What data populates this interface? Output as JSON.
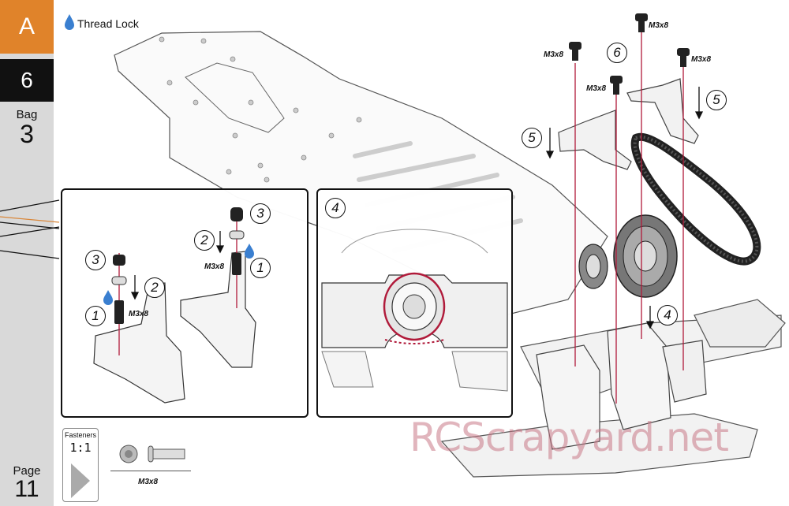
{
  "sidebar": {
    "section": "A",
    "step": "6",
    "bag_label": "Bag",
    "bag_number": "3",
    "page_label": "Page",
    "page_number": "11"
  },
  "legend": {
    "thread_lock": "Thread Lock"
  },
  "main_callouts": {
    "screw_1": "M3x8",
    "screw_2": "M3x8",
    "screw_3": "M3x8",
    "screw_4": "M3x8",
    "step_6": "6",
    "step_5_right": "5",
    "step_5_left": "5",
    "step_4": "4"
  },
  "detail_left": {
    "a_step_3": "3",
    "a_step_2": "2",
    "a_step_1": "1",
    "a_screw": "M3x8",
    "b_step_3": "3",
    "b_step_2": "2",
    "b_step_1": "1",
    "b_screw": "M3x8"
  },
  "detail_right": {
    "step_4": "4"
  },
  "fasteners": {
    "title": "Fasteners",
    "scale": "1:1",
    "screw_label": "M3x8"
  },
  "watermark": "RCScrapyard.net",
  "colors": {
    "section_tab": "#e0832a",
    "step_tab": "#111111",
    "sidebar": "#d9d9d9",
    "thread_lock_drop": "#3a7fd0",
    "guide_line": "#b01a3a"
  }
}
